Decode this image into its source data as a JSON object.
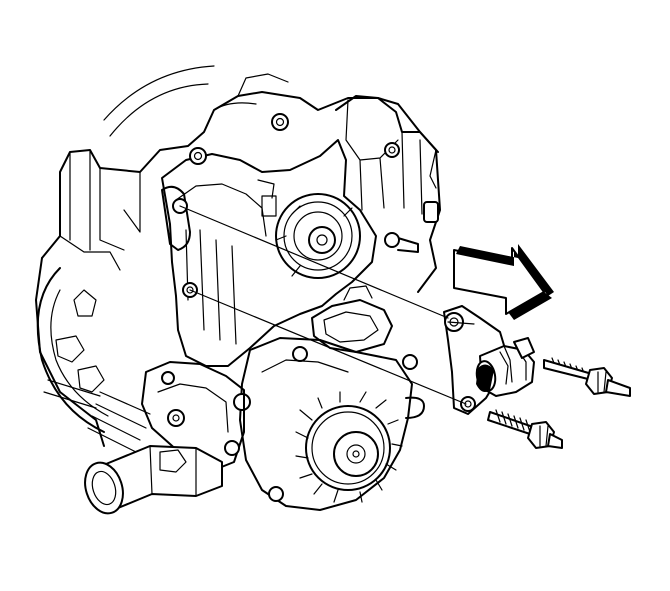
{
  "figure": {
    "kind": "exploded technical line drawing",
    "colors": {
      "ink": "#000000",
      "paper": "#ffffff"
    },
    "parts": [
      {
        "name": "engine-block"
      },
      {
        "name": "timing-cover"
      },
      {
        "name": "water-pump"
      },
      {
        "name": "coolant-outlet-pipe"
      },
      {
        "name": "bracket-with-connector"
      },
      {
        "name": "upper-bolt"
      },
      {
        "name": "lower-bolt"
      },
      {
        "name": "direction-arrow"
      }
    ]
  }
}
